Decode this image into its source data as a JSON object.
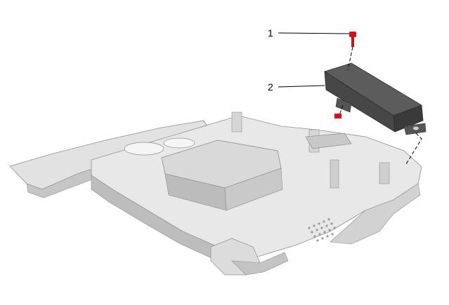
{
  "callouts": [
    {
      "number": "1",
      "part": "bolt"
    },
    {
      "number": "2",
      "part": "control-module"
    }
  ],
  "colors": {
    "tray_light": "#e6e6e6",
    "tray_mid": "#cfcfcf",
    "tray_shadow": "#b3b3b3",
    "module_dark": "#4a4a4a",
    "module_top": "#5c5c5c",
    "bolt_red": "#d0101a",
    "line": "#000000"
  }
}
